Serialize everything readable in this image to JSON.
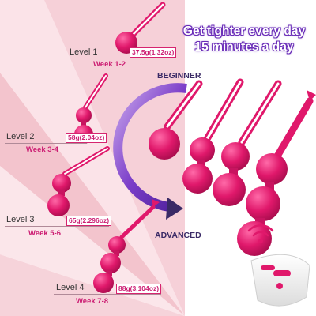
{
  "headline": {
    "line1": "Get tighter every day",
    "line2": "15 minutes a day"
  },
  "progression": {
    "start_label": "BEGINNER",
    "end_label": "ADVANCED"
  },
  "levels": [
    {
      "level": "Level 1",
      "week": "Week 1-2",
      "weight": "37.5g(1.32oz)"
    },
    {
      "level": "Level 2",
      "week": "Week 3-4",
      "weight": "58g(2.04oz)"
    },
    {
      "level": "Level 3",
      "week": "Week 5-6",
      "weight": "65g(2.296oz)"
    },
    {
      "level": "Level 4",
      "week": "Week 7-8",
      "weight": "88g(3.104oz)"
    }
  ],
  "colors": {
    "product_pink": "#e0186b",
    "accent_purple": "#6a2db8",
    "fan_light": "#fdeef2",
    "fan_dark": "#f4c8d2"
  },
  "icons": [
    "remote-control-icon",
    "wireless-signal-icon",
    "arrow-right-icon"
  ]
}
